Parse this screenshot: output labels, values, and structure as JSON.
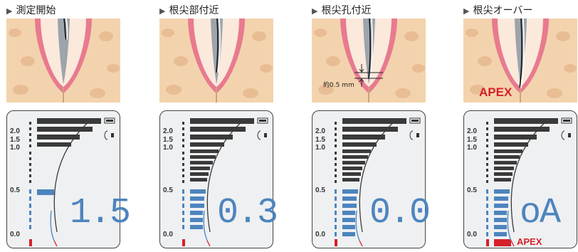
{
  "stages": [
    {
      "title": "測定開始",
      "display": "1.5",
      "apex_badge": "",
      "annotation": "",
      "apex_text": ""
    },
    {
      "title": "根尖部付近",
      "display": "0.3",
      "apex_badge": "",
      "annotation": "",
      "apex_text": ""
    },
    {
      "title": "根尖孔付近",
      "display": "0.0",
      "apex_badge": "",
      "annotation": "約0.5 mm",
      "apex_text": ""
    },
    {
      "title": "根尖オーバー",
      "display": "oA",
      "apex_badge": "APEX",
      "annotation": "",
      "apex_text": "APEX"
    }
  ],
  "scale_labels": [
    "2.0",
    "1.5",
    "1.0",
    "0.5",
    "0.0"
  ],
  "colors": {
    "blue": "#4d84bd",
    "red": "#d62029",
    "bar": "#3a3a3a",
    "gum": "#f0c7a0"
  },
  "icons": {
    "battery": "battery-icon",
    "sound": "speaker-icon",
    "triangle": "play-triangle-icon"
  }
}
